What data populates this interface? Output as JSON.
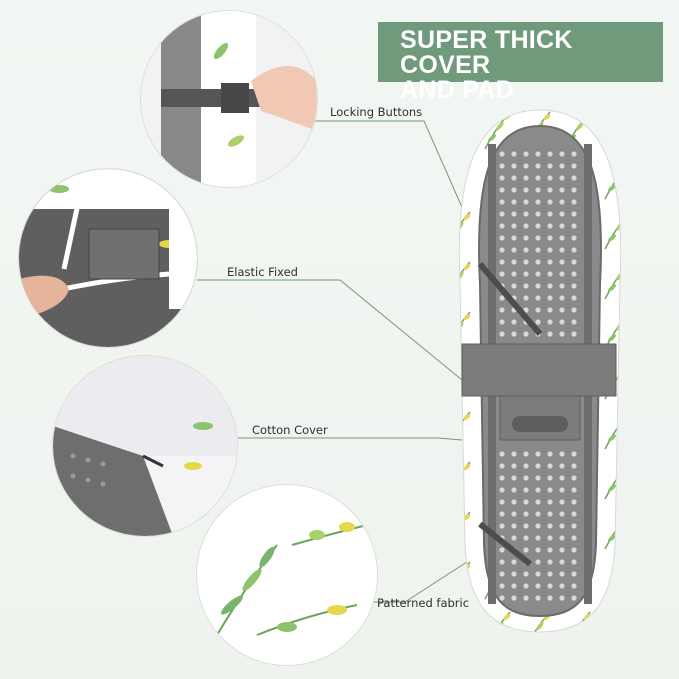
{
  "title": {
    "line1": "SUPER THICK COVER",
    "line2": "AND PAD"
  },
  "callouts": [
    {
      "label": "Locking Buttons"
    },
    {
      "label": "Elastic Fixed"
    },
    {
      "label": "Cotton Cover"
    },
    {
      "label": "Patterned fabric"
    }
  ],
  "colors": {
    "accent": "#6f9a7c",
    "leaf": "#7cb36a",
    "board_gray": "#7a7a7a"
  }
}
